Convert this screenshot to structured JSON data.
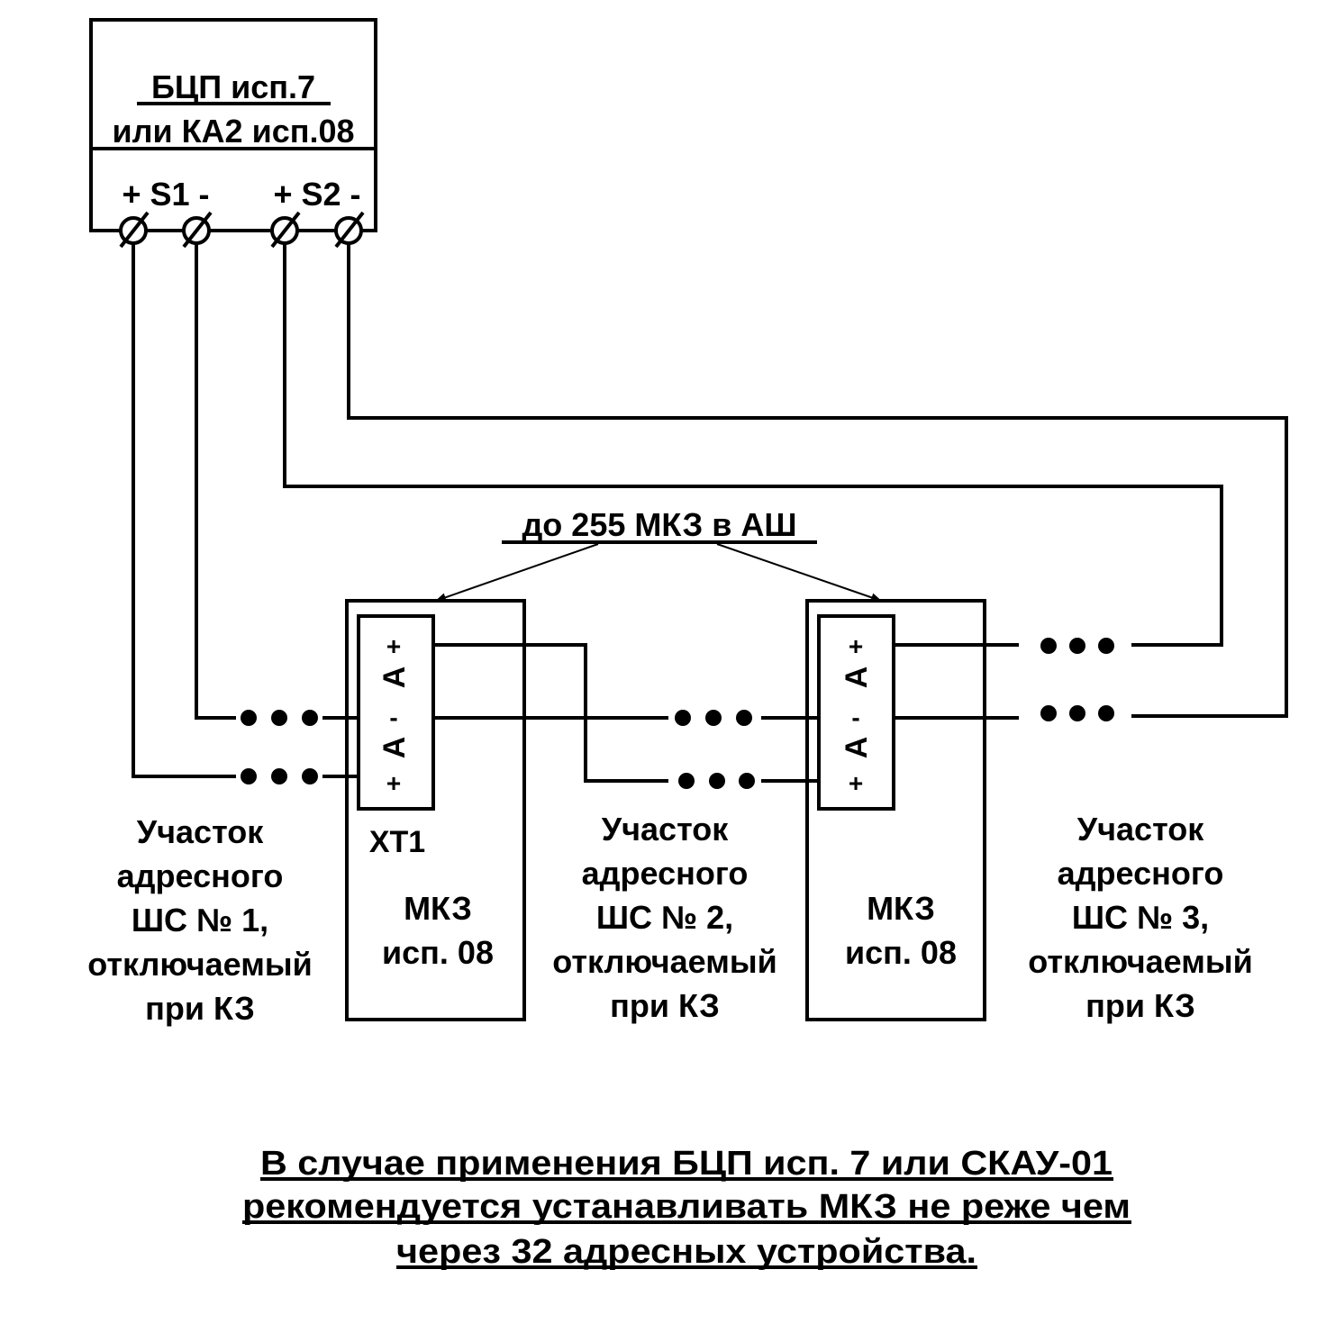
{
  "panel": {
    "title_line1": "БЦП исп.7",
    "title_line2": "или КА2 исп.08",
    "terminals_s1": "+ S1 -",
    "terminals_s2": "+ S2 -"
  },
  "annotation": {
    "label": "до 255 МКЗ в АШ"
  },
  "modules": [
    {
      "terminal_block_label": "ХТ1",
      "pins_top": "+",
      "pins_a_top": "A",
      "pins_minus": "-",
      "pins_a_bottom": "A",
      "pins_bottom": "+",
      "name_line1": "МКЗ",
      "name_line2": "исп. 08"
    },
    {
      "terminal_block_label": "",
      "pins_top": "+",
      "pins_a_top": "A",
      "pins_minus": "-",
      "pins_a_bottom": "A",
      "pins_bottom": "+",
      "name_line1": "МКЗ",
      "name_line2": "исп. 08"
    }
  ],
  "segments": [
    {
      "lines": [
        "Участок",
        "адресного",
        "ШС № 1,",
        "отключаемый",
        "при КЗ"
      ]
    },
    {
      "lines": [
        "Участок",
        "адресного",
        "ШС № 2,",
        "отключаемый",
        "при КЗ"
      ]
    },
    {
      "lines": [
        "Участок",
        "адресного",
        "ШС № 3,",
        "отключаемый",
        "при КЗ"
      ]
    }
  ],
  "footnote": {
    "line1": "В случае применения БЦП исп. 7 или СКАУ-01",
    "line2": "рекомендуется устанавливать МКЗ не реже чем",
    "line3": "через 32 адресных устройства."
  },
  "colors": {
    "ink": "#000000",
    "background": "#ffffff"
  }
}
